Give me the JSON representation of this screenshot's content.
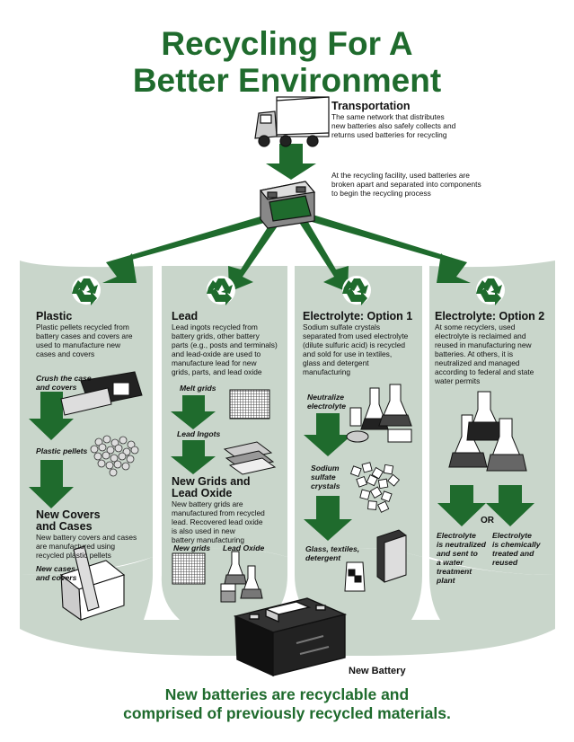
{
  "title": {
    "line1": "Recycling For A",
    "line2": "Better Environment"
  },
  "transportation": {
    "heading": "Transportation",
    "body": [
      "The same network that distributes",
      "new batteries also safely collects and",
      "returns  used batteries for recycling"
    ]
  },
  "facility_note": [
    "At the recycling facility, used batteries are",
    "broken apart and separated into components",
    "to begin the recycling process"
  ],
  "columns": {
    "plastic": {
      "heading": "Plastic",
      "body": [
        "Plastic pellets recycled from",
        "battery cases and covers are",
        "used to manufacture new",
        "cases and covers"
      ],
      "step1": [
        "Crush the case",
        "and covers"
      ],
      "step2": "Plastic pellets",
      "result_heading": [
        "New Covers",
        "and Cases"
      ],
      "result_body": [
        "New battery covers and cases",
        "are manufactured using",
        "recycled plastic pellets"
      ],
      "result_label": [
        "New cases",
        "and covers"
      ]
    },
    "lead": {
      "heading": "Lead",
      "body": [
        "Lead ingots recycled from",
        "battery grids, other battery",
        "parts (e.g., posts and terminals)",
        "and lead-oxide are used to",
        "manufacture lead for new",
        "grids, parts, and lead oxide"
      ],
      "step1": "Melt grids",
      "step2": "Lead Ingots",
      "result_heading": [
        "New Grids and",
        "Lead Oxide"
      ],
      "result_body": [
        "New battery grids are",
        "manufactured from recycled",
        "lead.  Recovered lead oxide",
        "is also used in new",
        "battery manufacturing"
      ],
      "label_a": "New grids",
      "label_b": "Lead Oxide"
    },
    "electrolyte1": {
      "heading": "Electrolyte:  Option 1",
      "body": [
        "Sodium sulfate crystals",
        "separated from used electrolyte",
        "(dilute sulfuric acid) is recycled",
        "and sold for use in textiles,",
        "glass and detergent",
        "manufacturing"
      ],
      "step1": [
        "Neutralize",
        "electrolyte"
      ],
      "step2": [
        "Sodium",
        "sulfate",
        "crystals"
      ],
      "result_label": [
        "Glass, textiles,",
        "detergent"
      ]
    },
    "electrolyte2": {
      "heading": "Electrolyte:  Option 2",
      "body": [
        "At some recyclers, used",
        "electrolyte is reclaimed and",
        "reused in manufacturing new",
        "batteries.  At others, it is",
        "neutralized and managed",
        "according to federal and state",
        "water permits"
      ],
      "or_label": "OR",
      "outcome_a": [
        "Electrolyte",
        "is neutralized",
        "and sent to",
        "a water",
        "treatment",
        "plant"
      ],
      "outcome_b": [
        "Electrolyte",
        "is chemically",
        "treated and",
        "reused"
      ]
    }
  },
  "new_battery_label": "New Battery",
  "footer": {
    "line1": "New batteries are recyclable and",
    "line2": "comprised of previously recycled materials."
  },
  "colors": {
    "green": "#1f6b2d",
    "panel": "#c9d6cb",
    "dark": "#111111"
  },
  "icons": [
    "truck-icon",
    "battery-icon",
    "recycle-icon",
    "crushed-case-icon",
    "pellets-icon",
    "grid-icon",
    "ingots-icon",
    "flask-icon",
    "crystals-icon",
    "detergent-box-icon",
    "new-battery-icon"
  ]
}
